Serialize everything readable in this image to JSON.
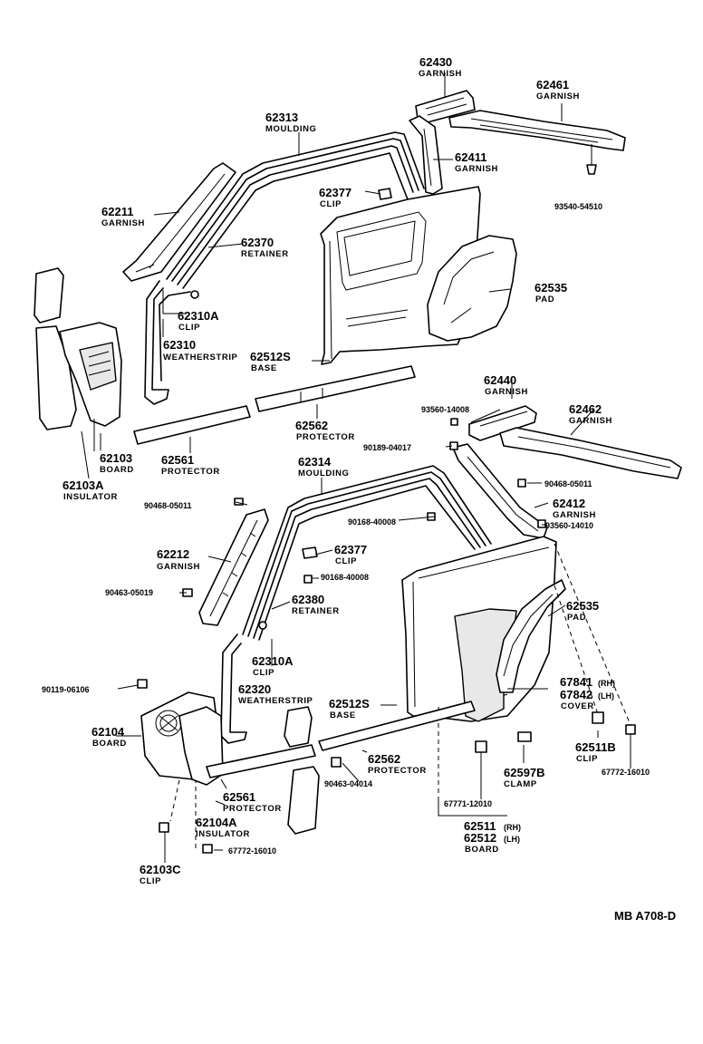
{
  "callouts": {
    "c62430": {
      "num": "62430",
      "name": "GARNISH"
    },
    "c62461": {
      "num": "62461",
      "name": "GARNISH"
    },
    "c62313": {
      "num": "62313",
      "name": "MOULDING"
    },
    "c62411": {
      "num": "62411",
      "name": "GARNISH"
    },
    "c62377a": {
      "num": "62377",
      "name": "CLIP"
    },
    "c93540": {
      "num": "93540-54510"
    },
    "c62211": {
      "num": "62211",
      "name": "GARNISH"
    },
    "c62370": {
      "num": "62370",
      "name": "RETAINER"
    },
    "c62535a": {
      "num": "62535",
      "name": "PAD"
    },
    "c62310A_a": {
      "num": "62310A",
      "name": "CLIP"
    },
    "c62310": {
      "num": "62310",
      "name": "WEATHERSTRIP"
    },
    "c62512S_a": {
      "num": "62512S",
      "name": "BASE"
    },
    "c62440": {
      "num": "62440",
      "name": "GARNISH"
    },
    "c93560a": {
      "num": "93560-14008"
    },
    "c62462": {
      "num": "62462",
      "name": "GARNISH"
    },
    "c62562a": {
      "num": "62562",
      "name": "PROTECTOR"
    },
    "c90189": {
      "num": "90189-04017"
    },
    "c62103": {
      "num": "62103",
      "name": "BOARD"
    },
    "c62561a": {
      "num": "62561",
      "name": "PROTECTOR"
    },
    "c62314": {
      "num": "62314",
      "name": "MOULDING"
    },
    "c62103A": {
      "num": "62103A",
      "name": "INSULATOR"
    },
    "c90468a": {
      "num": "90468-05011"
    },
    "c90468b": {
      "num": "90468-05011"
    },
    "c62412": {
      "num": "62412",
      "name": "GARNISH"
    },
    "c90168a": {
      "num": "90168-40008"
    },
    "c93560b": {
      "num": "93560-14010"
    },
    "c62212": {
      "num": "62212",
      "name": "GARNISH"
    },
    "c62377b": {
      "num": "62377",
      "name": "CLIP"
    },
    "c90168b": {
      "num": "90168-40008"
    },
    "c90463a": {
      "num": "90463-05019"
    },
    "c62380": {
      "num": "62380",
      "name": "RETAINER"
    },
    "c62535b": {
      "num": "62535",
      "name": "PAD"
    },
    "c62310A_b": {
      "num": "62310A",
      "name": "CLIP"
    },
    "c62320": {
      "num": "62320",
      "name": "WEATHERSTRIP"
    },
    "c90119": {
      "num": "90119-06106"
    },
    "c67841": {
      "num": "67841",
      "suffix": "(RH)"
    },
    "c67842": {
      "num": "67842",
      "suffix": "(LH)",
      "name": "COVER"
    },
    "c62512S_b": {
      "num": "62512S",
      "name": "BASE"
    },
    "c62104": {
      "num": "62104",
      "name": "BOARD"
    },
    "c62562b": {
      "num": "62562",
      "name": "PROTECTOR"
    },
    "c62511B": {
      "num": "62511B",
      "name": "CLIP"
    },
    "c62597B": {
      "num": "62597B",
      "name": "CLAMP"
    },
    "c67772a": {
      "num": "67772-16010"
    },
    "c90463b": {
      "num": "90463-04014"
    },
    "c62561b": {
      "num": "62561",
      "name": "PROTECTOR"
    },
    "c67771": {
      "num": "67771-12010"
    },
    "c62104A": {
      "num": "62104A",
      "name": "INSULATOR"
    },
    "c62511": {
      "num": "62511",
      "suffix": "(RH)"
    },
    "c62512": {
      "num": "62512",
      "suffix": "(LH)",
      "name": "BOARD"
    },
    "c67772b": {
      "num": "67772-16010"
    },
    "c62103C": {
      "num": "62103C",
      "name": "CLIP"
    }
  },
  "footer": {
    "code": "MB  A708-D"
  }
}
